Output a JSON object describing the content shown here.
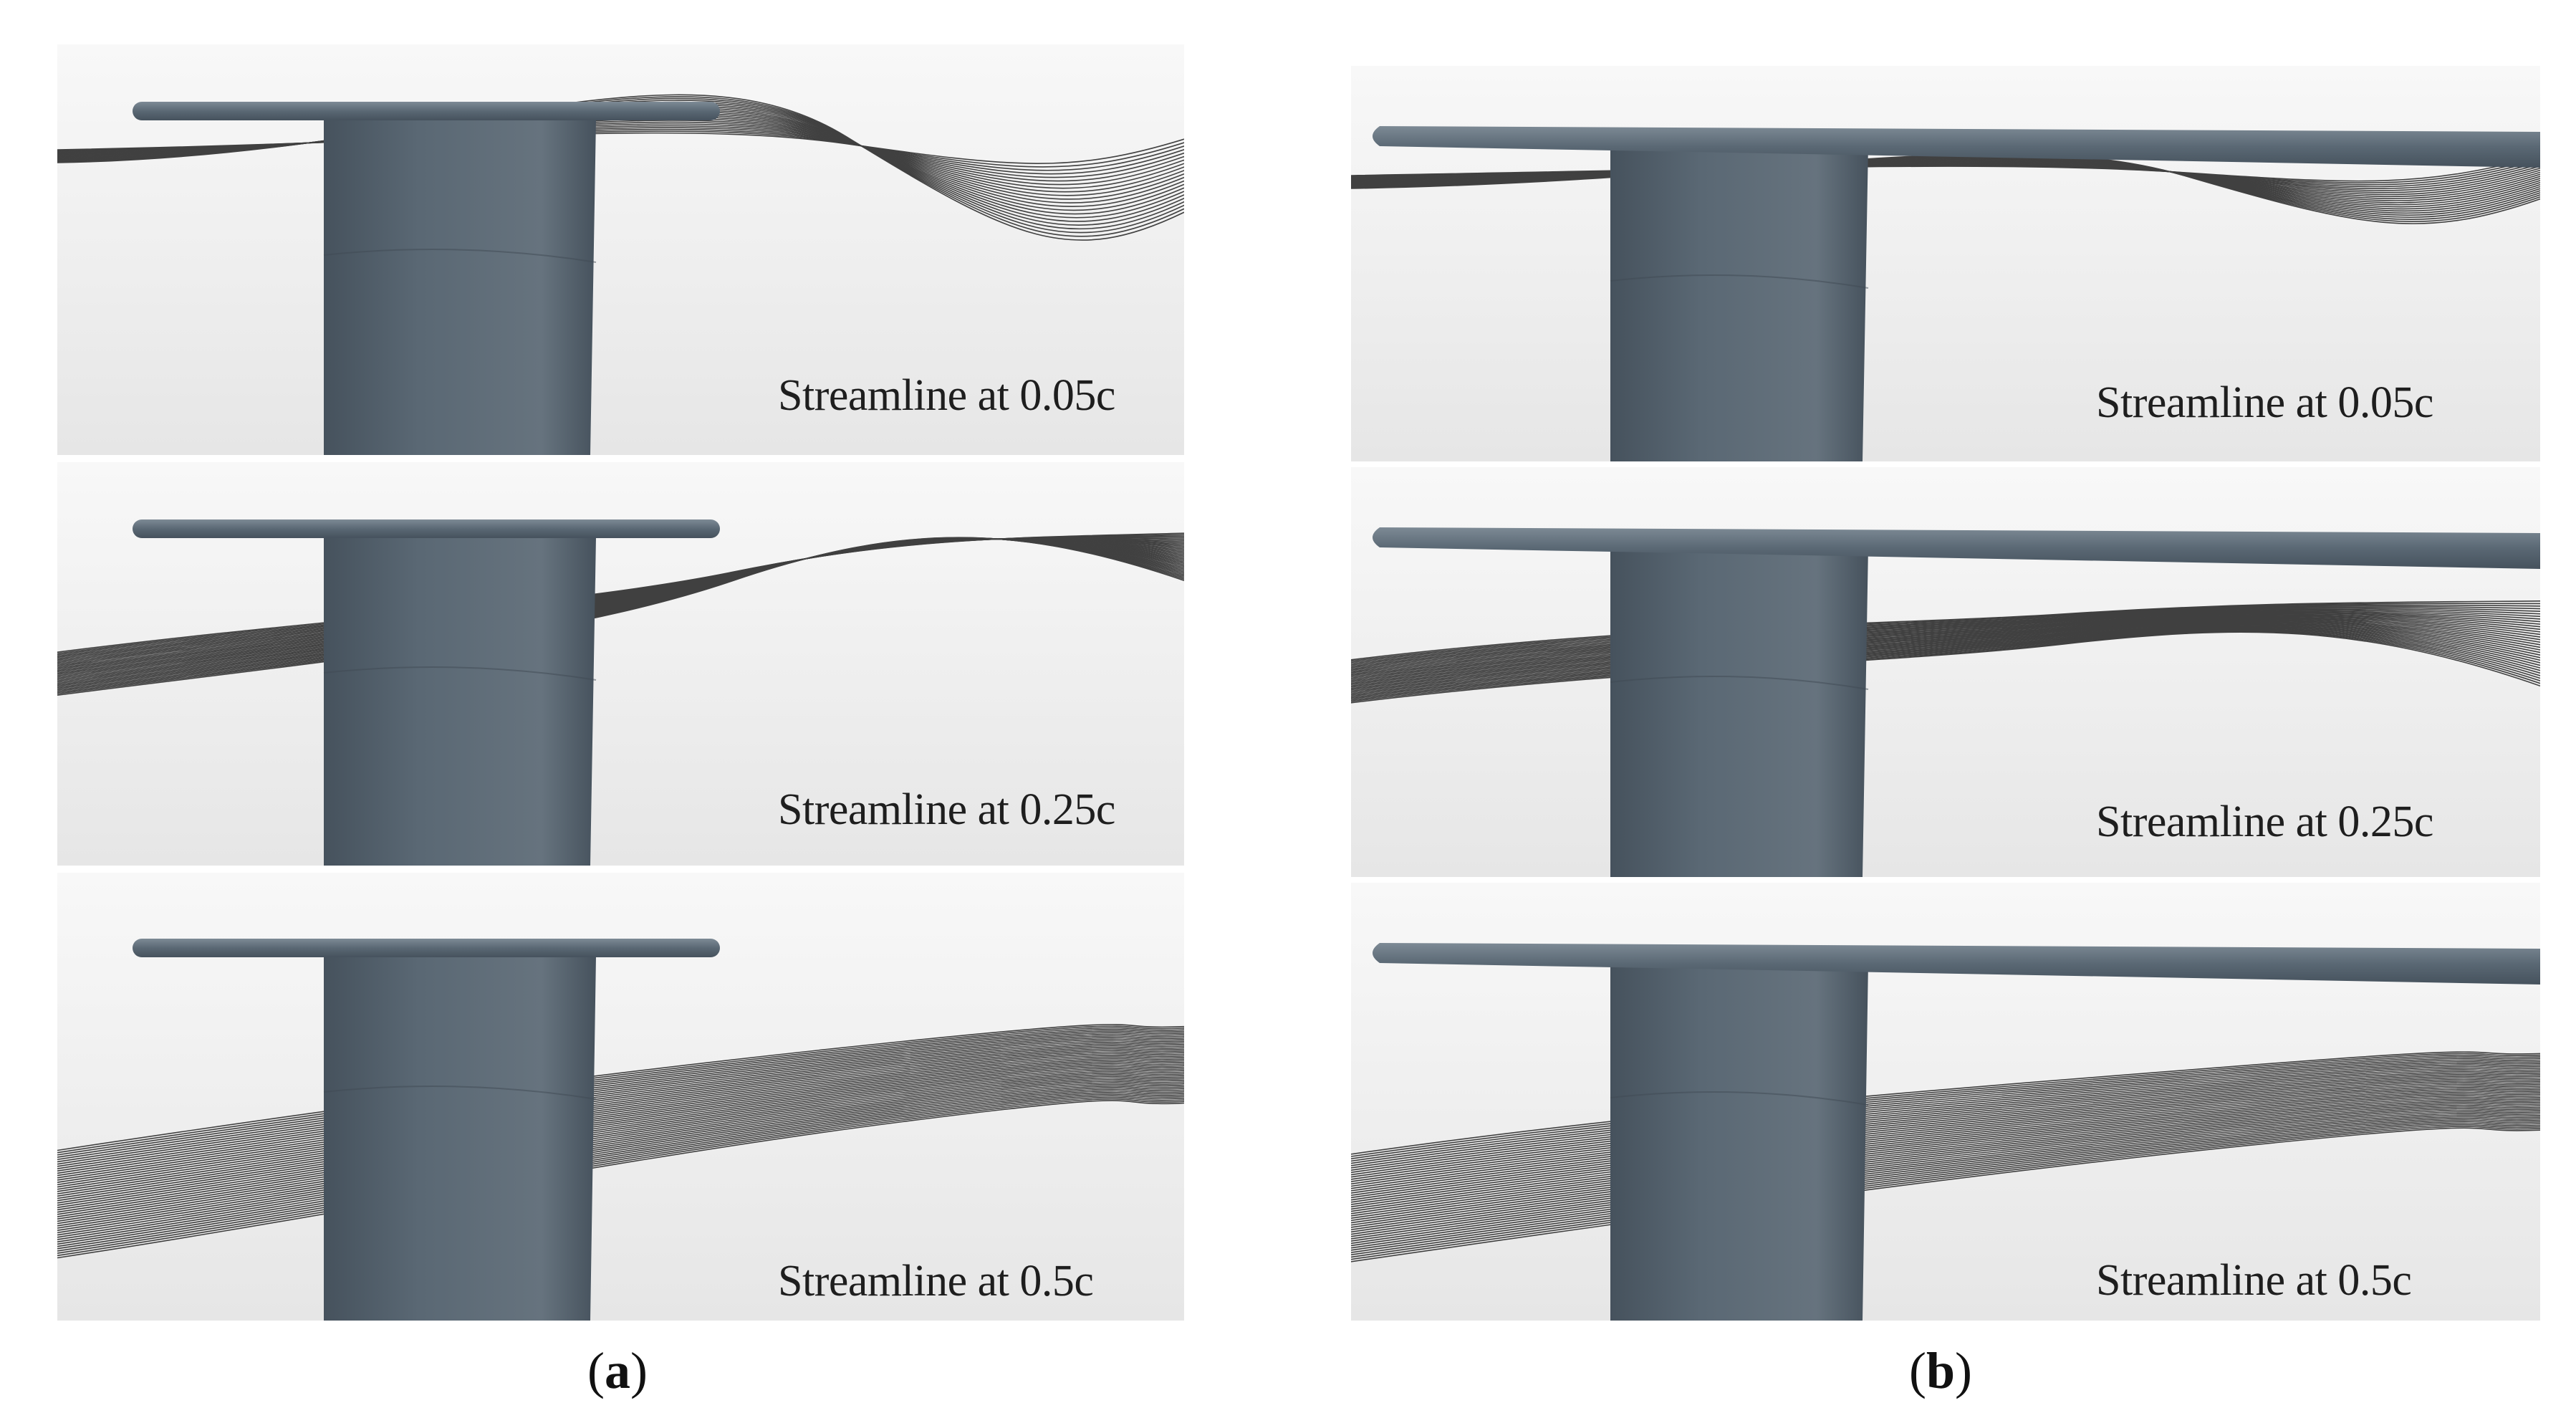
{
  "figure": {
    "columns": [
      {
        "id": "a",
        "label_open": "(",
        "label_letter": "a",
        "label_close": ")",
        "variant": "short-plate",
        "panels": [
          {
            "caption": "Streamline at 0.05c",
            "release_fraction": 0.05
          },
          {
            "caption": "Streamline at 0.25c",
            "release_fraction": 0.25
          },
          {
            "caption": "Streamline at 0.5c",
            "release_fraction": 0.5
          }
        ]
      },
      {
        "id": "b",
        "label_open": "(",
        "label_letter": "b",
        "label_close": ")",
        "variant": "long-plate",
        "panels": [
          {
            "caption": "Streamline at 0.05c",
            "release_fraction": 0.05
          },
          {
            "caption": "Streamline at 0.25c",
            "release_fraction": 0.25
          },
          {
            "caption": "Streamline at 0.5c",
            "release_fraction": 0.5
          }
        ]
      }
    ]
  },
  "colors": {
    "background_top": "#f8f8f8",
    "background_bottom": "#e6e6e6",
    "foil_body": "#5a6874",
    "foil_dark": "#46525d",
    "foil_light": "#7d8a95",
    "streamline": "#222222"
  }
}
